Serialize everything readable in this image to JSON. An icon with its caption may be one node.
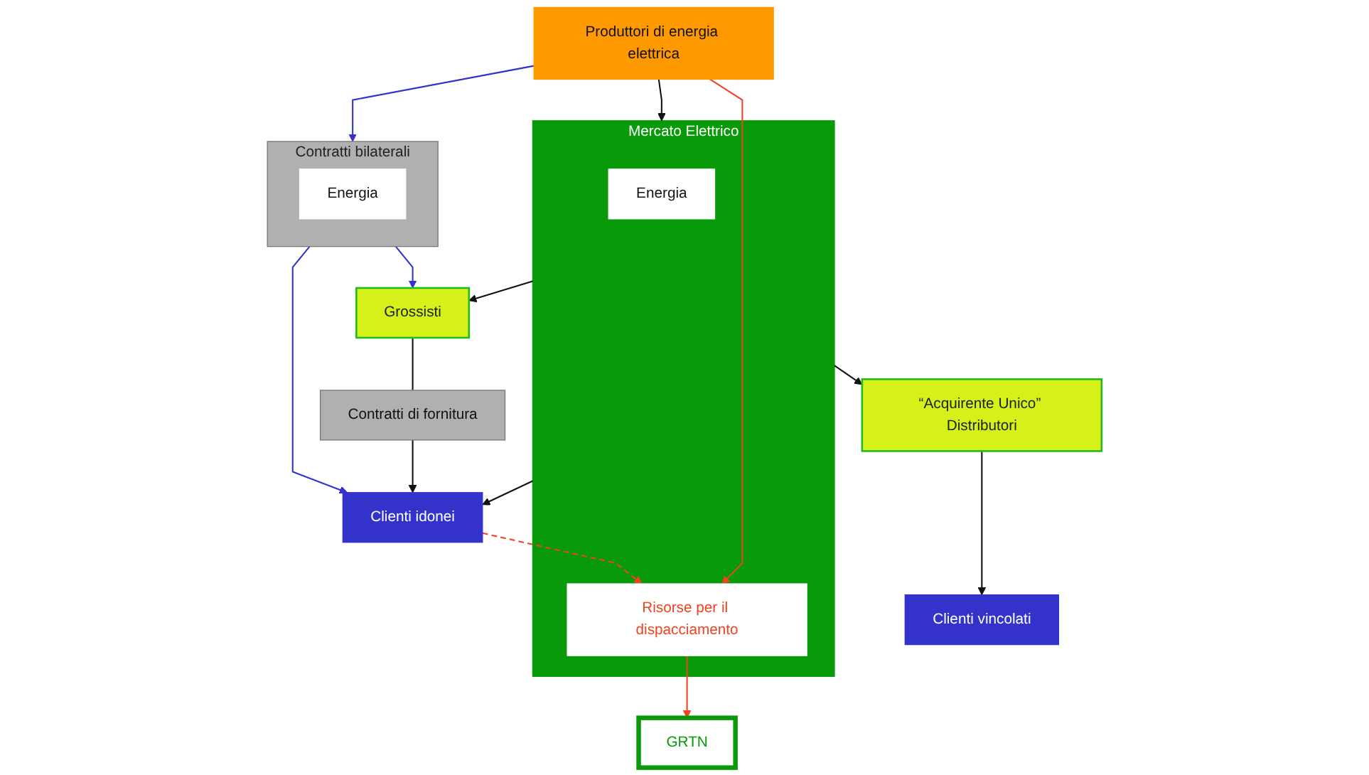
{
  "diagram": {
    "nodes": [
      {
        "text": [
          "Produttori di energia elettrica"
        ]
      },
      {
        "text": [
          "Contratti bilaterali"
        ]
      },
      {
        "text": [
          "Energia"
        ],
        "in": 1
      },
      {
        "text": [
          "Mercato Elettrico"
        ]
      },
      {
        "text": [
          "Energia"
        ],
        "in": 3
      },
      {
        "text": [
          "Risorse per il dispacciamento"
        ],
        "in": 3
      },
      {
        "text": [
          "GRTN"
        ]
      },
      {
        "text": [
          "Grossisti"
        ]
      },
      {
        "text": [
          "Contratti di fornitura"
        ]
      },
      {
        "text": [
          "“Acquirente Unico” Distributori"
        ]
      },
      {
        "text": [
          "Clienti idonei"
        ]
      },
      {
        "text": [
          "Clienti vincolati"
        ]
      }
    ],
    "edges": [
      {
        "from": 0,
        "to": 1,
        "arrow": "to",
        "color": "#3333cc"
      },
      {
        "from": 0,
        "to": 3,
        "arrow": "to"
      },
      {
        "from": 0,
        "to": 5,
        "arrow": "to",
        "color": "#ee4422"
      },
      {
        "from": 5,
        "to": 6,
        "arrow": "to",
        "color": "#ee4422"
      },
      {
        "from": 1,
        "to": 10,
        "arrow": "to",
        "color": "#3333cc"
      },
      {
        "from": 1,
        "to": 7,
        "arrow": "to",
        "color": "#3333cc"
      },
      {
        "from": 3,
        "to": 7,
        "arrow": "to"
      },
      {
        "from": 3,
        "to": 10,
        "arrow": "to"
      },
      {
        "from": 3,
        "to": 9,
        "arrow": "to"
      },
      {
        "from": 7,
        "to": 8,
        "arrow": "none"
      },
      {
        "from": 8,
        "to": 10,
        "arrow": "to"
      },
      {
        "from": 10,
        "to": 5,
        "arrow": "to",
        "style": "dashed",
        "color": "#ee4422"
      },
      {
        "from": 9,
        "to": 11,
        "arrow": "to"
      }
    ]
  }
}
